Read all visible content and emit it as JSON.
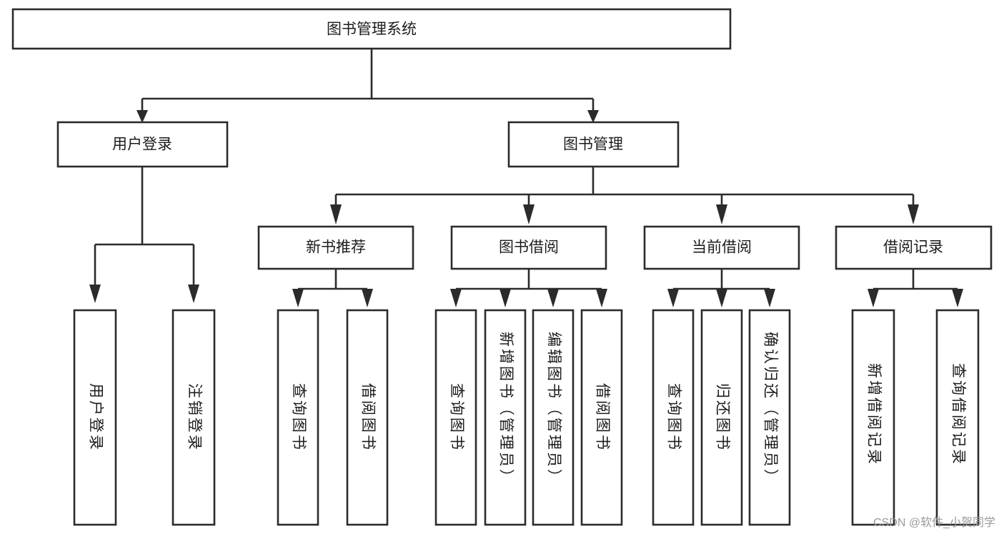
{
  "diagram": {
    "title": "图书管理系统",
    "watermark": "CSDN @软件_小贺同学",
    "type": "tree-hierarchy",
    "orientation": "top-down",
    "style": {
      "background": "#ffffff",
      "box_fill": "#ffffff",
      "box_stroke": "#2b2b2b",
      "connector_stroke": "#2b2b2b",
      "text_color": "#1c1c1c",
      "watermark_color": "#9a9a9a"
    },
    "levels": [
      {
        "level": 1,
        "nodes": [
          {
            "id": "root",
            "label": "图书管理系统",
            "orientation": "horizontal"
          }
        ]
      },
      {
        "level": 2,
        "nodes": [
          {
            "id": "login",
            "label": "用户登录",
            "orientation": "horizontal",
            "parent": "root"
          },
          {
            "id": "bookmgmt",
            "label": "图书管理",
            "orientation": "horizontal",
            "parent": "root"
          }
        ]
      },
      {
        "level": 3,
        "nodes": [
          {
            "id": "newbook",
            "label": "新书推荐",
            "orientation": "horizontal",
            "parent": "bookmgmt"
          },
          {
            "id": "borrow",
            "label": "图书借阅",
            "orientation": "horizontal",
            "parent": "bookmgmt"
          },
          {
            "id": "current",
            "label": "当前借阅",
            "orientation": "horizontal",
            "parent": "bookmgmt"
          },
          {
            "id": "records",
            "label": "借阅记录",
            "orientation": "horizontal",
            "parent": "bookmgmt"
          }
        ]
      },
      {
        "level": 4,
        "nodes": [
          {
            "id": "leaf1",
            "label": "用户登录",
            "orientation": "vertical",
            "parent": "login"
          },
          {
            "id": "leaf2",
            "label": "注销登录",
            "orientation": "vertical",
            "parent": "login"
          },
          {
            "id": "leaf3",
            "label": "查询图书",
            "orientation": "vertical",
            "parent": "newbook"
          },
          {
            "id": "leaf4",
            "label": "借阅图书",
            "orientation": "vertical",
            "parent": "newbook"
          },
          {
            "id": "leaf5",
            "label": "查询图书",
            "orientation": "vertical",
            "parent": "borrow"
          },
          {
            "id": "leaf6",
            "label": "新增图书（管理员）",
            "orientation": "vertical",
            "parent": "borrow"
          },
          {
            "id": "leaf7",
            "label": "编辑图书（管理员）",
            "orientation": "vertical",
            "parent": "borrow"
          },
          {
            "id": "leaf8",
            "label": "借阅图书",
            "orientation": "vertical",
            "parent": "borrow"
          },
          {
            "id": "leaf9",
            "label": "查询图书",
            "orientation": "vertical",
            "parent": "current"
          },
          {
            "id": "leaf10",
            "label": "归还图书",
            "orientation": "vertical",
            "parent": "current"
          },
          {
            "id": "leaf11",
            "label": "确认归还（管理员）",
            "orientation": "vertical",
            "parent": "current"
          },
          {
            "id": "leaf12",
            "label": "新增借阅记录",
            "orientation": "vertical",
            "parent": "records"
          },
          {
            "id": "leaf13",
            "label": "查询借阅记录",
            "orientation": "vertical",
            "parent": "records"
          }
        ]
      }
    ]
  }
}
